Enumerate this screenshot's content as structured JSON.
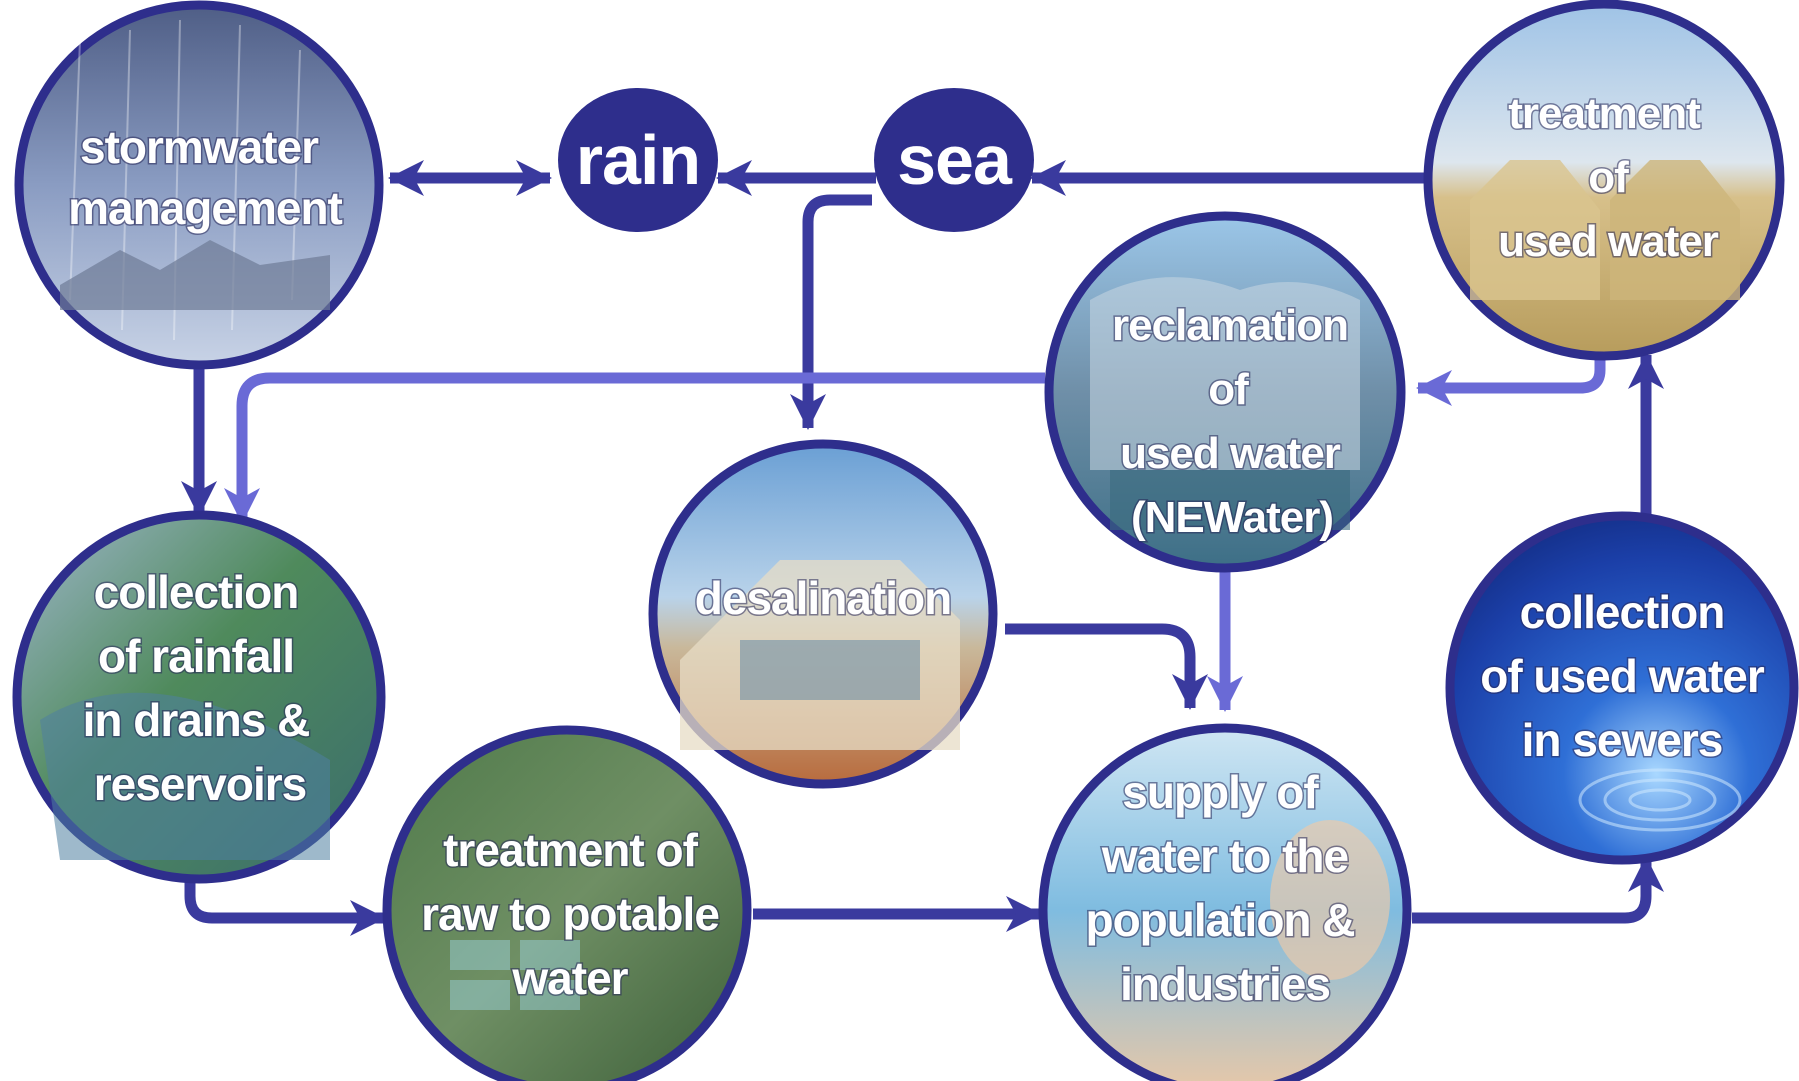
{
  "colors": {
    "dark_arrow": "#3a3a9e",
    "light_arrow": "#6a6ad6",
    "circle_border": "#2e2e8c",
    "small_node_fill": "#2e2e8c",
    "label": "#ffffff"
  },
  "nodes": {
    "rain": {
      "label": "rain"
    },
    "sea": {
      "label": "sea"
    },
    "stormwater": {
      "lines": [
        "stormwater",
        "management"
      ],
      "image": "rain-storm-photo"
    },
    "treatment_used": {
      "lines": [
        "treatment",
        "of",
        "used water"
      ],
      "image": "treatment-plant-photo"
    },
    "reclamation": {
      "lines": [
        "reclamation",
        "of",
        "used water",
        "(NEWater)"
      ],
      "image": "newater-building-photo"
    },
    "desalination": {
      "lines": [
        "desalination"
      ],
      "image": "desalination-building-photo"
    },
    "collection_rainfall": {
      "lines": [
        "collection",
        "of rainfall",
        "in  drains &",
        "reservoirs"
      ],
      "image": "reservoir-aerial-photo"
    },
    "treatment_raw": {
      "lines": [
        "treatment of",
        "raw to potable",
        "water"
      ],
      "image": "waterworks-aerial-photo"
    },
    "supply": {
      "lines": [
        "supply of",
        "water to the",
        "population &",
        "industries"
      ],
      "image": "child-water-photo"
    },
    "collection_sewers": {
      "lines": [
        "collection",
        "of used water",
        "in sewers"
      ],
      "image": "water-swirl-photo"
    }
  }
}
